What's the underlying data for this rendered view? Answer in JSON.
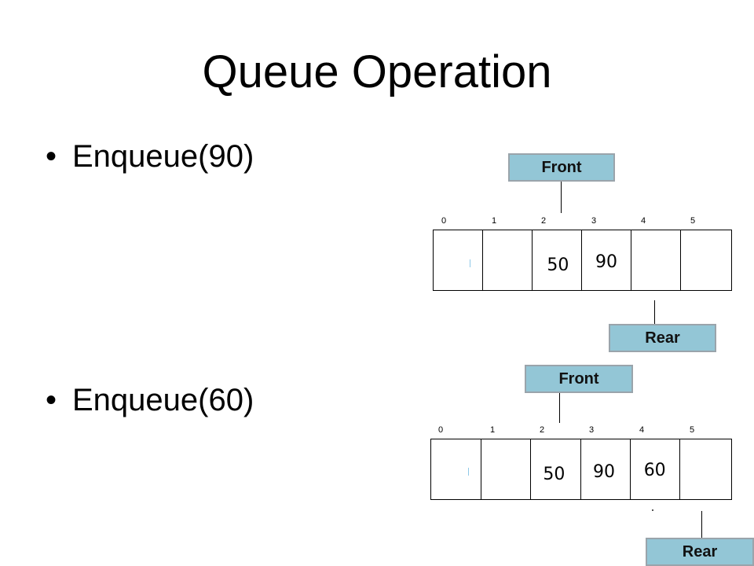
{
  "slide": {
    "title": "Queue Operation",
    "bullet_symbol": "•"
  },
  "steps": [
    {
      "bullet": "Enqueue(90)",
      "front_label": "Front",
      "rear_label": "Rear",
      "indices": [
        "0",
        "1",
        "2",
        "3",
        "4",
        "5"
      ],
      "cells": [
        "",
        "",
        "50",
        "90",
        "",
        ""
      ]
    },
    {
      "bullet": "Enqueue(60)",
      "front_label": "Front",
      "rear_label": "Rear",
      "indices": [
        "0",
        "1",
        "2",
        "3",
        "4",
        "5"
      ],
      "cells": [
        "",
        "",
        "50",
        "90",
        "60",
        ""
      ]
    }
  ],
  "colors": {
    "pointer_box_fill": "#93c6d6",
    "pointer_box_border": "#9aa4ab",
    "cell_border": "#000000",
    "background": "#ffffff"
  }
}
